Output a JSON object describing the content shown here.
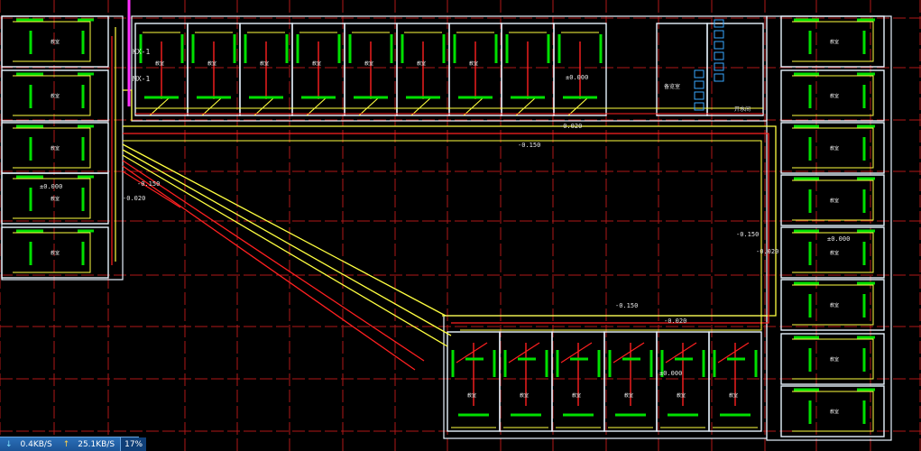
{
  "drawing": {
    "cabinet_labels": [
      "KX-1",
      "MX-1"
    ],
    "room_label": "教室",
    "special_rooms": [
      "备览室",
      "开水间"
    ],
    "levels": {
      "corridor_top": "-0.020",
      "corridor_mid": "-0.150",
      "left_a": "-0.150",
      "left_b": "-0.020",
      "right_a": "-0.150",
      "right_b": "-0.020",
      "bottom_a": "-0.150",
      "bottom_b": "-0.020",
      "room_zero": "±0.000"
    },
    "colors": {
      "background": "#000000",
      "grid": "#b01818",
      "wall": "#e8f4ff",
      "fixture": "#00e000",
      "cable": "#ffff40",
      "circuit": "#ff2020",
      "level_text": "#e6e6e6",
      "panel_line": "#ff30ff",
      "fixture_blue": "#38a8ff"
    }
  },
  "statusbar": {
    "download": "0.4KB/S",
    "upload": "25.1KB/S",
    "percent": "17%"
  }
}
